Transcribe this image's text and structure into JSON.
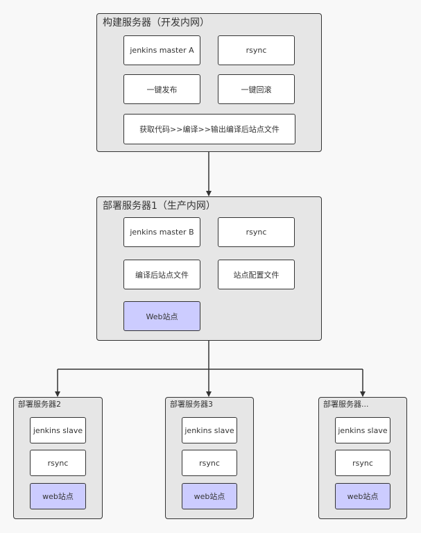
{
  "build_group": {
    "title": "构建服务器（开发内网）",
    "nodes": [
      "jenkins master A",
      "rsync",
      "一键发布",
      "一键回滚",
      "获取代码>>编译>>输出编译后站点文件"
    ]
  },
  "deploy1_group": {
    "title": "部署服务器1（生产内网）",
    "nodes": [
      "jenkins master B",
      "rsync",
      "编译后站点文件",
      "站点配置文件",
      "Web站点"
    ]
  },
  "deploy2_group": {
    "title": "部署服务器2",
    "nodes": [
      "jenkins slave",
      "rsync",
      "web站点"
    ]
  },
  "deploy3_group": {
    "title": "部署服务器3",
    "nodes": [
      "jenkins slave",
      "rsync",
      "web站点"
    ]
  },
  "deployN_group": {
    "title": "部署服务器...",
    "nodes": [
      "jenkins slave",
      "rsync",
      "web站点"
    ]
  },
  "colors": {
    "group_fill": "#e6e6e6",
    "node_fill": "#ffffff",
    "web_node_fill": "#ccccff",
    "stroke": "#333333"
  }
}
